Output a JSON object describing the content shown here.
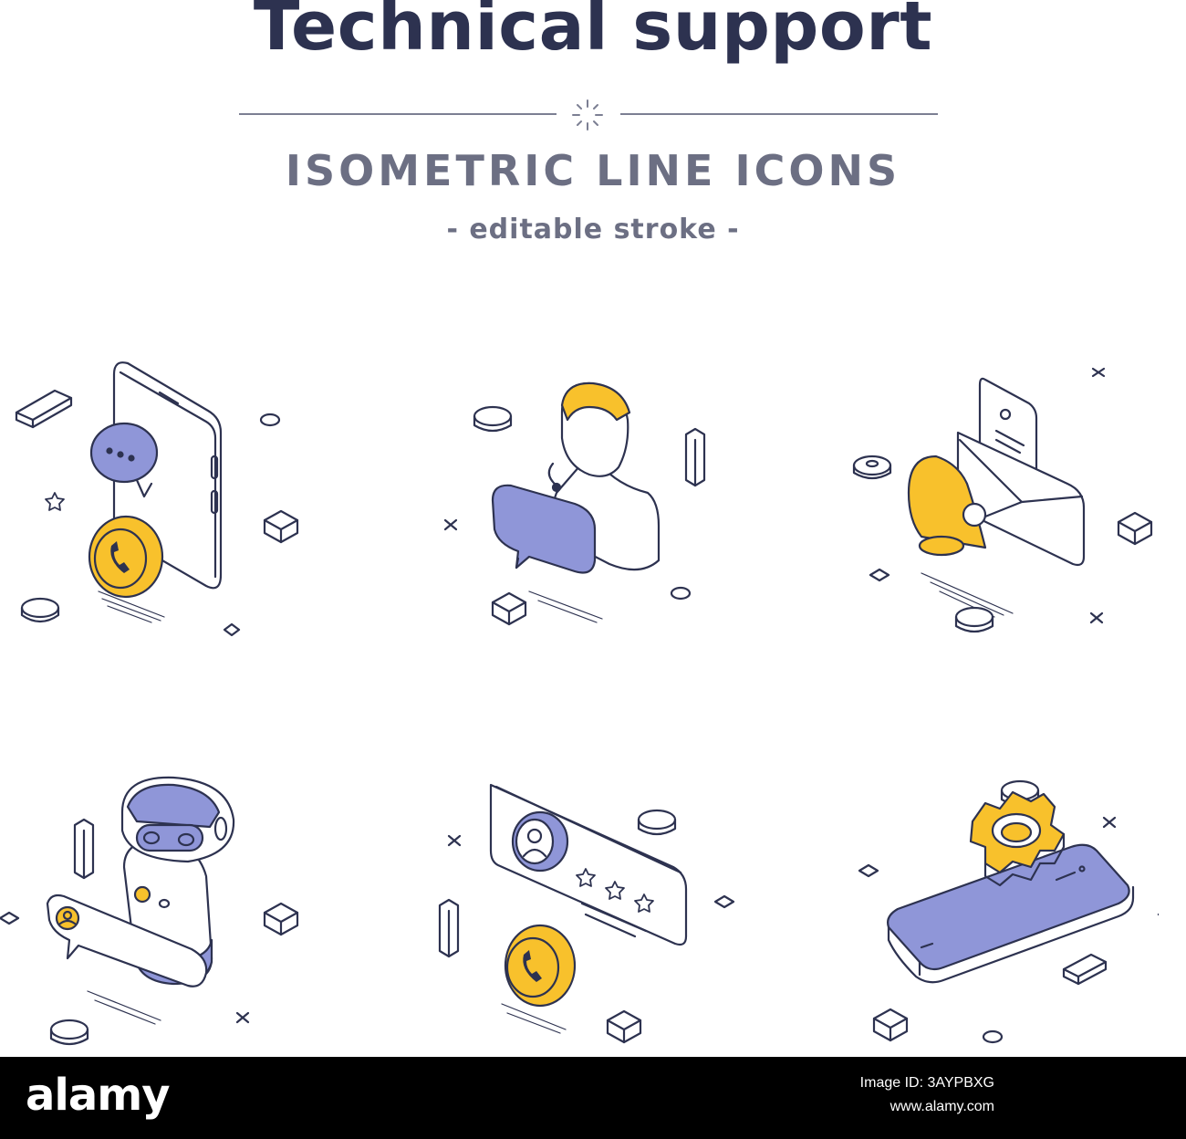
{
  "header": {
    "title": "Technical support",
    "subtitle": "ISOMETRIC LINE ICONS",
    "caption": "- editable stroke -"
  },
  "colors": {
    "ink": "#2d3250",
    "accent_yellow": "#f8c12c",
    "accent_purple": "#8f96d8",
    "muted": "#6c6f83"
  },
  "icons": [
    {
      "name": "smartphone-chat-call-icon"
    },
    {
      "name": "support-operator-headset-icon"
    },
    {
      "name": "email-notification-bell-icon"
    },
    {
      "name": "chatbot-robot-icon"
    },
    {
      "name": "contact-rating-call-icon"
    },
    {
      "name": "smartphone-settings-gear-icon"
    }
  ],
  "footer": {
    "brand": "alamy",
    "image_id": "Image ID: 3AYPBXG",
    "url": "www.alamy.com"
  }
}
